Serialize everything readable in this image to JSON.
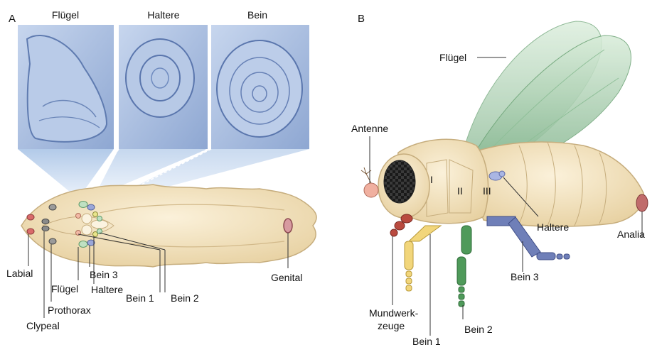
{
  "panel_a": {
    "letter": "A",
    "micrograph_titles": [
      "Flügel",
      "Haltere",
      "Bein"
    ],
    "labels": {
      "labial": "Labial",
      "clypeal": "Clypeal",
      "prothorax": "Prothorax",
      "fluegel": "Flügel",
      "haltere": "Haltere",
      "bein3": "Bein 3",
      "bein1": "Bein 1",
      "bein2": "Bein 2",
      "genital": "Genital"
    }
  },
  "panel_b": {
    "letter": "B",
    "labels": {
      "fluegel": "Flügel",
      "antenne": "Antenne",
      "haltere": "Haltere",
      "analia": "Analia",
      "bein3": "Bein 3",
      "mund_line1": "Mundwerk-",
      "mund_line2": "zeuge",
      "bein1": "Bein 1",
      "bein2": "Bein 2"
    },
    "segment_numerals": [
      "I",
      "II",
      "III"
    ]
  },
  "colors": {
    "larva_body": "#f3e2bd",
    "micrograph_bg": "#a9bedf",
    "wing": "#a9d3b4",
    "leg1": "#f2d67b",
    "leg2": "#4f9a5a",
    "leg3": "#6f7fb8",
    "mouthparts": "#b94a3f",
    "genital": "#c07a80"
  }
}
